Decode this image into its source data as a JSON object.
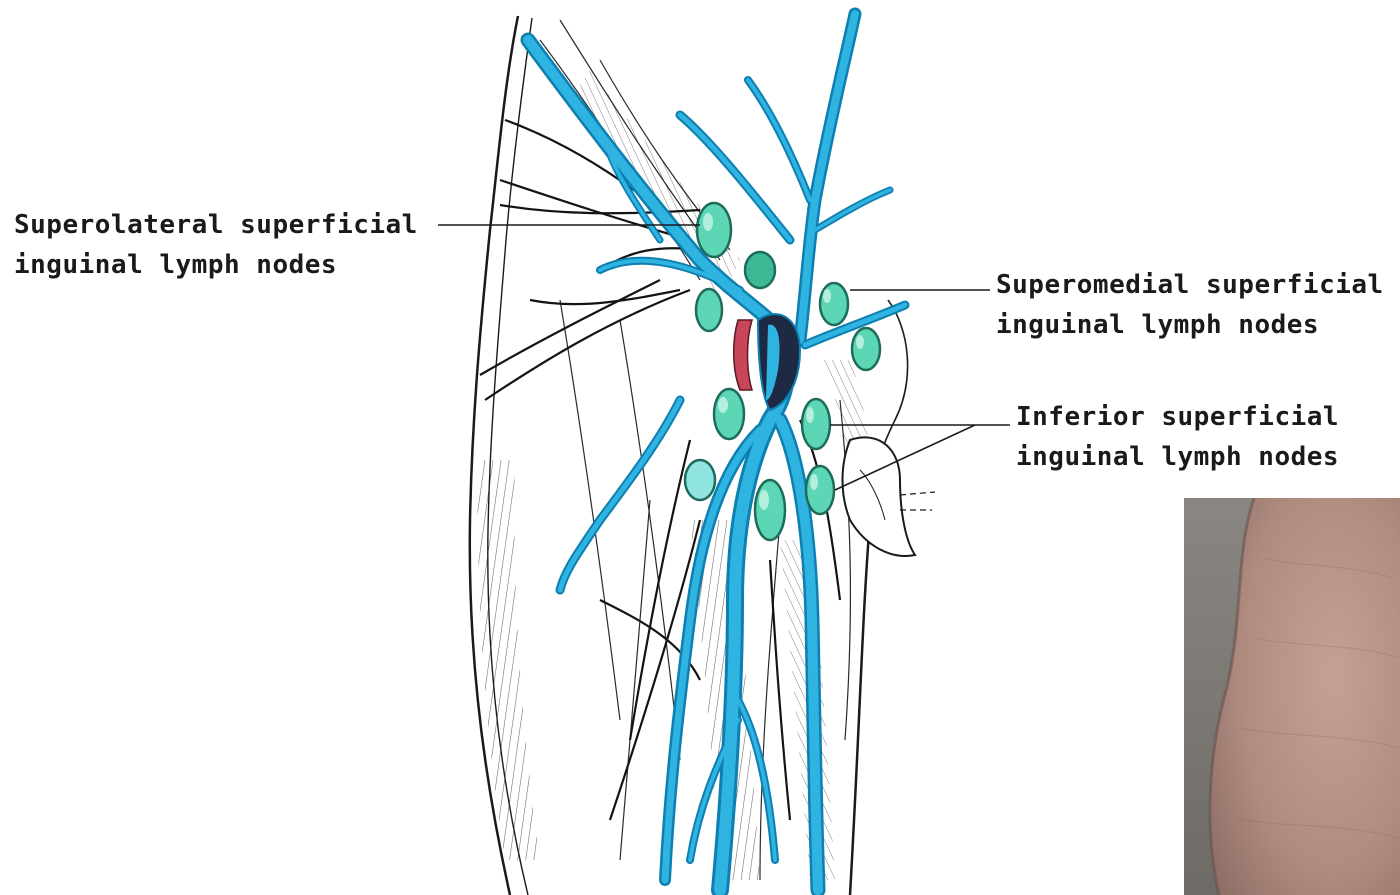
{
  "labels": {
    "superolateral": {
      "line1": "Superolateral superficial",
      "line2": "inguinal lymph nodes"
    },
    "superomedial": {
      "line1": "Superomedial superficial",
      "line2": "inguinal lymph nodes"
    },
    "inferior": {
      "line1": "Inferior superficial",
      "line2": "inguinal lymph nodes"
    }
  },
  "colors": {
    "vessel": "#2fb3e0",
    "vessel_dark": "#0d7fb0",
    "lymph_node": "#5cd6b4",
    "lymph_node_dark": "#2e9c86",
    "artery": "#c8455a",
    "ink": "#1a1a1a",
    "skin": "#b59386"
  },
  "icons": {
    "diagram": "thigh-lymphatic-drawing",
    "photo": "skin-photo-inset"
  }
}
